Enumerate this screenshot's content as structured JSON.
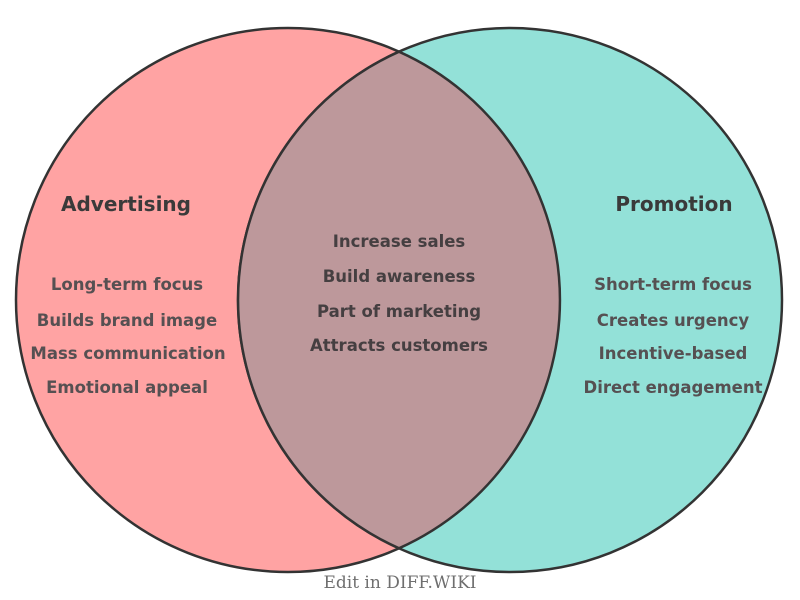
{
  "diagram": {
    "left": {
      "title": "Advertising",
      "items": [
        "Long-term focus",
        "Builds brand image",
        "Mass communication",
        "Emotional appeal"
      ],
      "fill_color": "#ffa3a3"
    },
    "right": {
      "title": "Promotion",
      "items": [
        "Short-term focus",
        "Creates urgency",
        "Incentive-based",
        "Direct engagement"
      ],
      "fill_color": "#93e1d8"
    },
    "overlap": {
      "items": [
        "Increase sales",
        "Build awareness",
        "Part of marketing",
        "Attracts customers"
      ],
      "fill_color": "#bd989b"
    },
    "outline_color": "#333333"
  },
  "footer": {
    "label": "Edit in DIFF.WIKI"
  }
}
